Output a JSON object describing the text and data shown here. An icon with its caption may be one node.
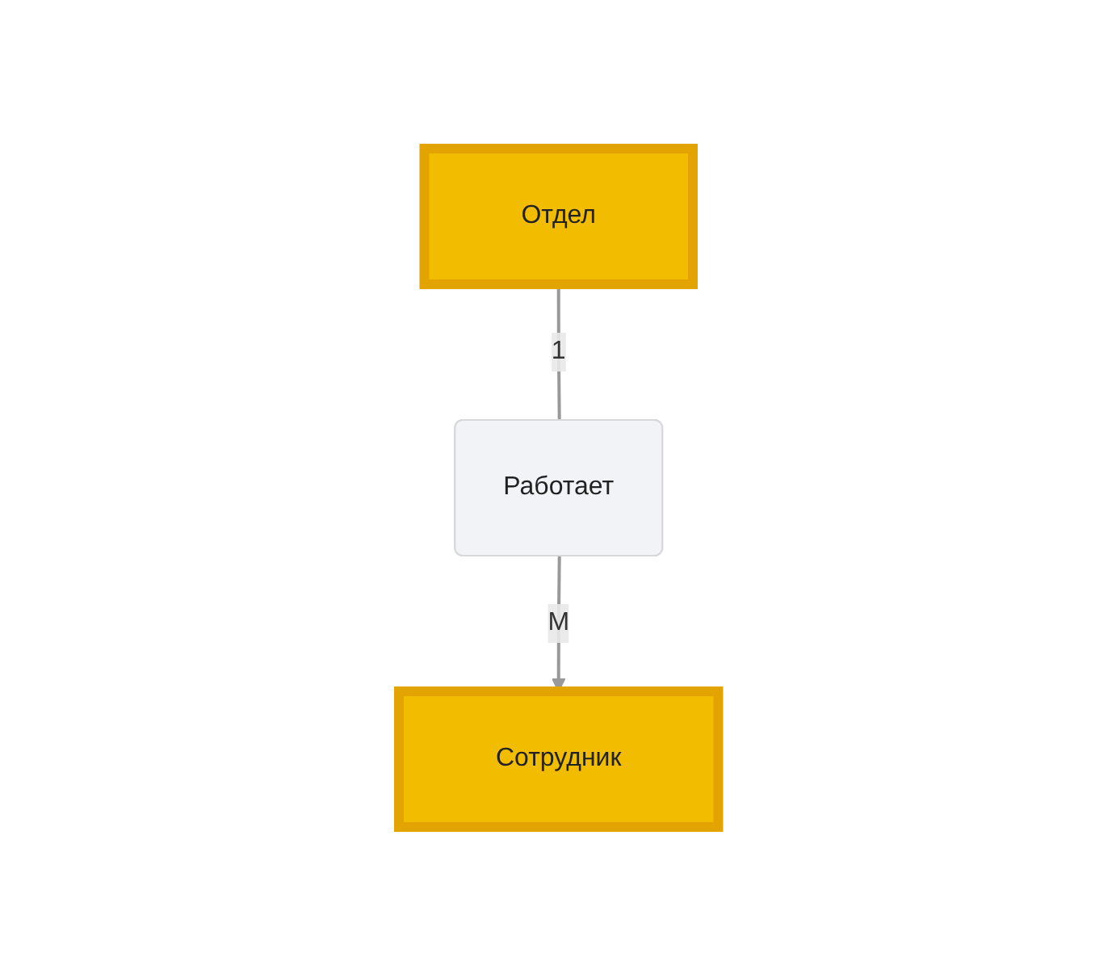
{
  "diagram": {
    "nodes": [
      {
        "text": [
          "Отдел"
        ]
      },
      {
        "text": [
          "Работает"
        ]
      },
      {
        "text": [
          "Сотрудник"
        ]
      }
    ],
    "edges": [
      {
        "from": 0,
        "to": 1,
        "arrow": "none",
        "label": "1"
      },
      {
        "from": 1,
        "to": 2,
        "arrow": "to",
        "label": "M"
      }
    ]
  }
}
